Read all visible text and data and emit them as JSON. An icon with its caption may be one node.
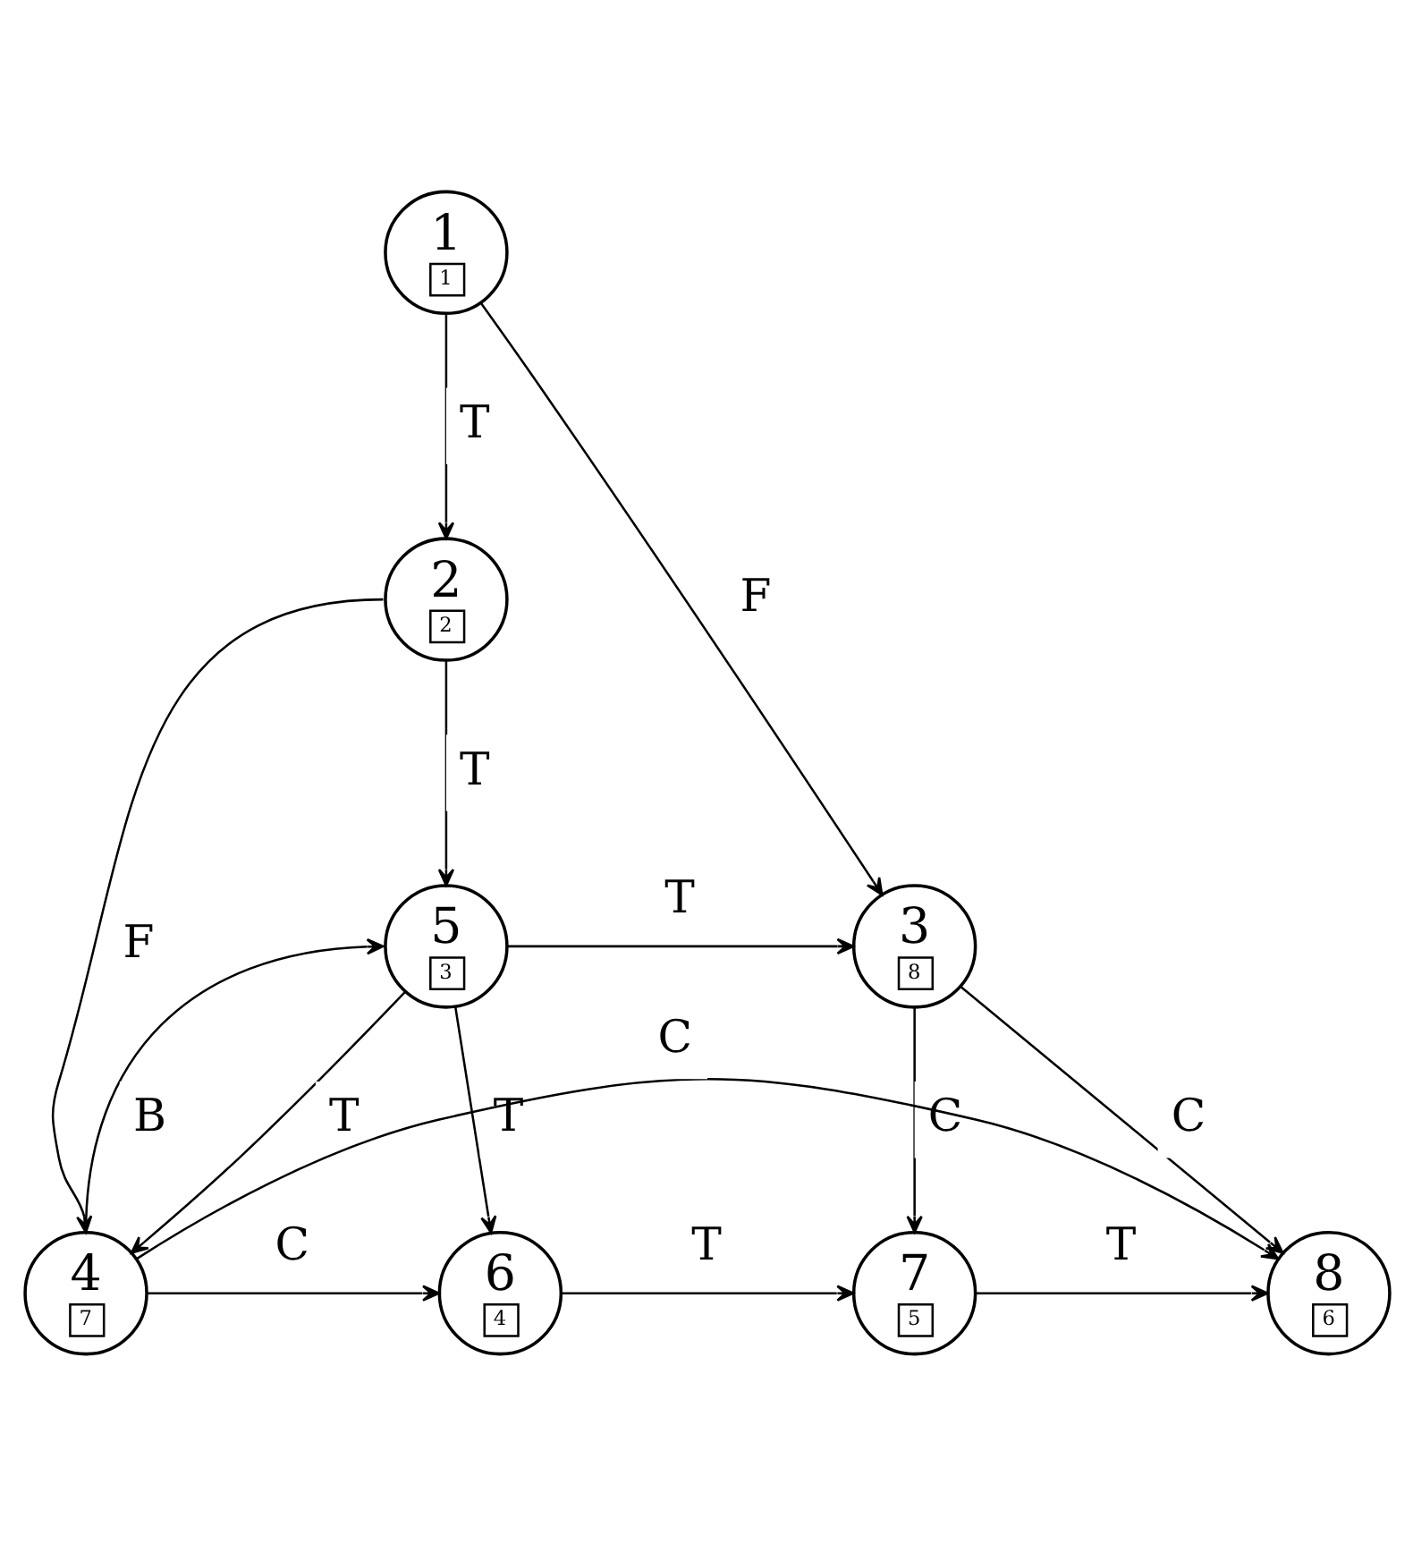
{
  "diagram": {
    "nodes": [
      {
        "text": [
          "1",
          "1"
        ]
      },
      {
        "text": [
          "2",
          "2"
        ]
      },
      {
        "text": [
          "5",
          "3"
        ]
      },
      {
        "text": [
          "3",
          "8"
        ]
      },
      {
        "text": [
          "4",
          "7"
        ]
      },
      {
        "text": [
          "6",
          "4"
        ]
      },
      {
        "text": [
          "7",
          "5"
        ]
      },
      {
        "text": [
          "8",
          "6"
        ]
      }
    ],
    "edges": [
      {
        "from": 0,
        "to": 1,
        "arrow": "to",
        "label": "T"
      },
      {
        "from": 0,
        "to": 3,
        "arrow": "to",
        "label": "F"
      },
      {
        "from": 1,
        "to": 2,
        "arrow": "to",
        "label": "T"
      },
      {
        "from": 1,
        "to": 4,
        "arrow": "to",
        "label": "F"
      },
      {
        "from": 2,
        "to": 3,
        "arrow": "to",
        "label": "T"
      },
      {
        "from": 2,
        "to": 4,
        "arrow": "to",
        "label": "T"
      },
      {
        "from": 4,
        "to": 2,
        "arrow": "to",
        "label": "B"
      },
      {
        "from": 2,
        "to": 5,
        "arrow": "to",
        "label": "T"
      },
      {
        "from": 3,
        "to": 6,
        "arrow": "to",
        "label": "C"
      },
      {
        "from": 3,
        "to": 7,
        "arrow": "to",
        "label": "C"
      },
      {
        "from": 4,
        "to": 5,
        "arrow": "to",
        "label": "C"
      },
      {
        "from": 5,
        "to": 6,
        "arrow": "to",
        "label": "T"
      },
      {
        "from": 6,
        "to": 7,
        "arrow": "to",
        "label": "T"
      },
      {
        "from": 4,
        "to": 7,
        "arrow": "to",
        "label": "C"
      }
    ]
  }
}
